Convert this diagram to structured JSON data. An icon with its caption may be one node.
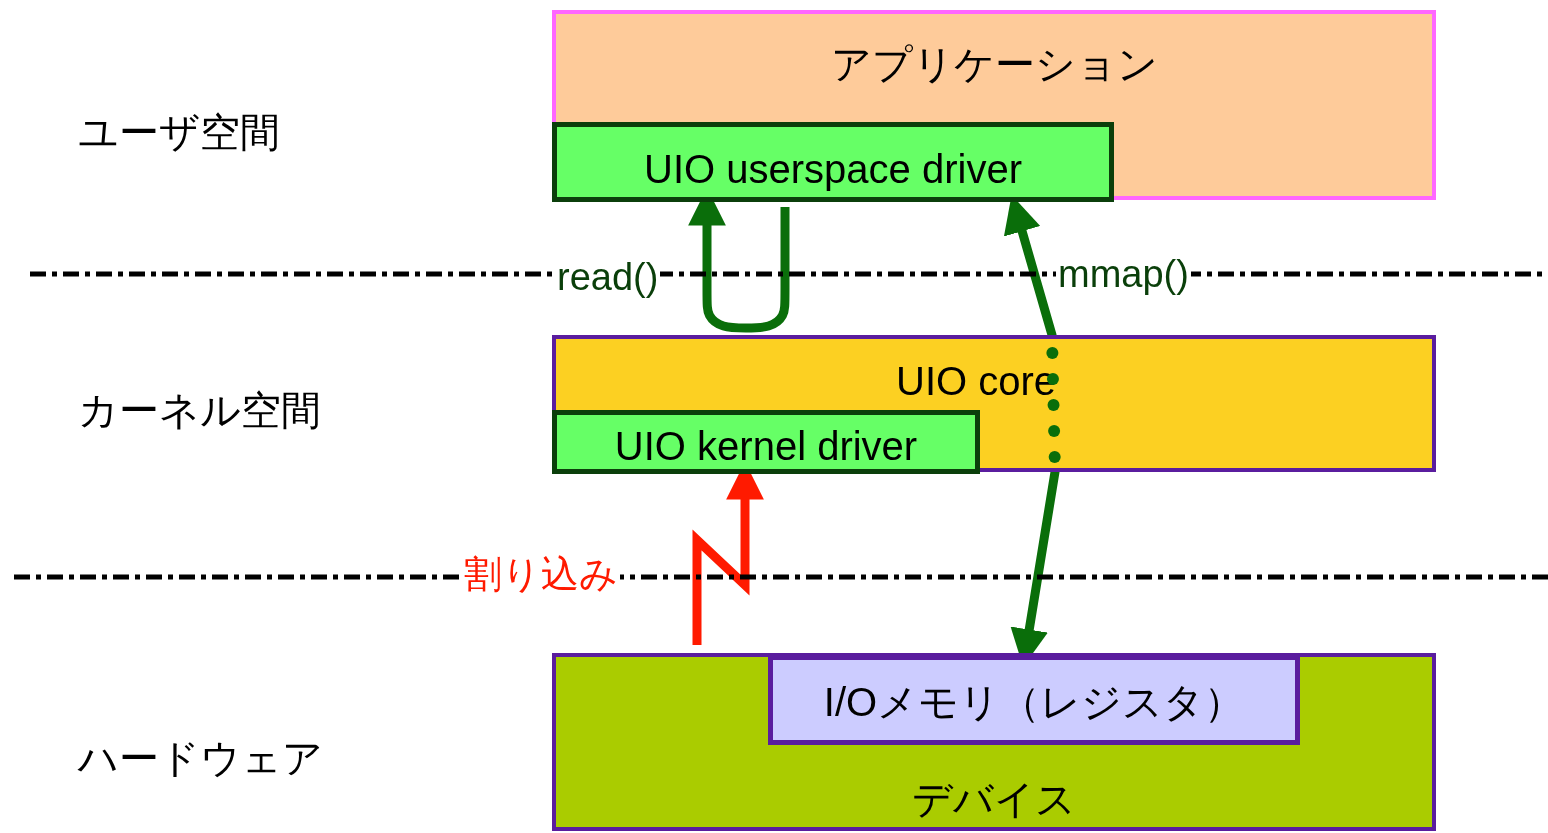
{
  "diagram": {
    "nodes": [
      {
        "text": [
          "アプリケーション"
        ]
      },
      {
        "text": [
          "UIO userspace driver"
        ],
        "in": 0
      },
      {
        "text": [
          "UIO core"
        ]
      },
      {
        "text": [
          "UIO kernel driver"
        ],
        "in": 2
      },
      {
        "text": [
          "デバイス"
        ]
      },
      {
        "text": [
          "I/Oメモリ（レジスタ）"
        ],
        "in": 4
      }
    ],
    "edges": [
      {
        "from": 1,
        "to": 1,
        "arrow": "to",
        "label": "read()"
      },
      {
        "from": 1,
        "to": 5,
        "arrow": "both",
        "label": "mmap()"
      },
      {
        "from": 4,
        "to": 3,
        "arrow": "to",
        "label": "割り込み",
        "color": "#ff1a00"
      }
    ],
    "labels": [
      "ユーザ空間",
      "カーネル空間",
      "ハードウェア"
    ]
  }
}
